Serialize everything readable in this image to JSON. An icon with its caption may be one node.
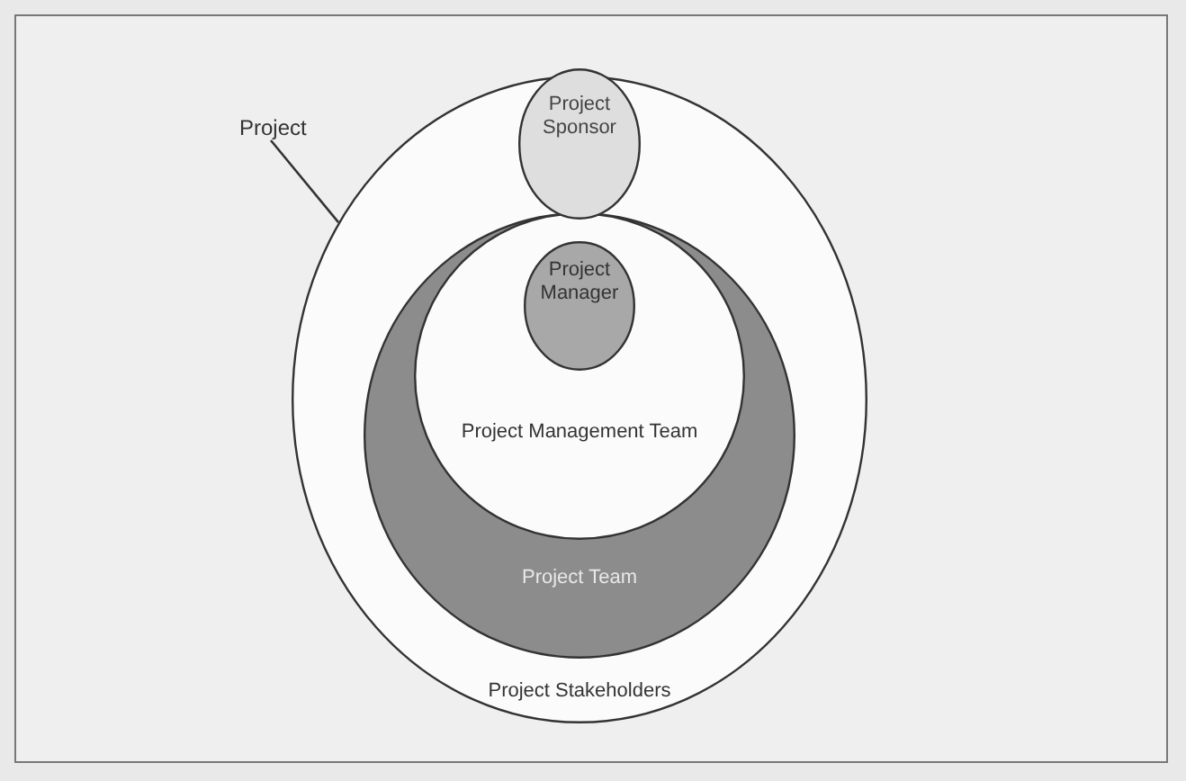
{
  "diagram": {
    "nodes": [
      {
        "text": [
          "Project"
        ]
      },
      {
        "text": [
          "Project Stakeholders"
        ]
      },
      {
        "text": [
          "Project Team"
        ],
        "in": 1
      },
      {
        "text": [
          "Project Management Team"
        ],
        "in": 2
      },
      {
        "text": [
          "Project Manager"
        ],
        "in": 3
      },
      {
        "text": [
          "Project Sponsor"
        ],
        "in": 1
      }
    ],
    "edges": [
      {
        "from": 0,
        "to": 1,
        "arrow": "none"
      }
    ]
  }
}
